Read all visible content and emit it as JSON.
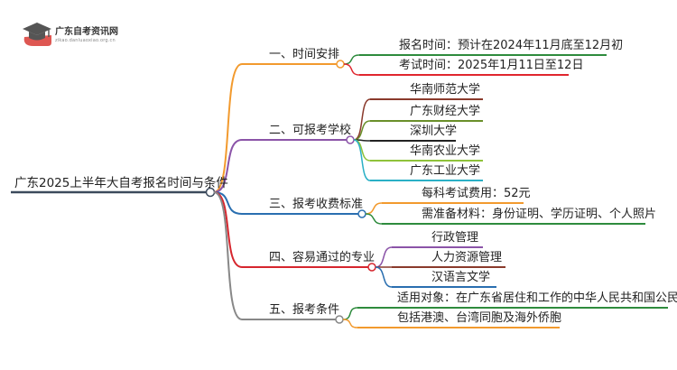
{
  "logo": {
    "title": "广东自考资讯网",
    "subtitle": "zikao.danluaoxiao.org.cn",
    "colors": {
      "cap": "#d83a34",
      "book": "#555555"
    }
  },
  "root": {
    "label": "广东2025上半年大自考报名时间与条件",
    "color": "#3c4a5c"
  },
  "branches": [
    {
      "label": "一、时间安排",
      "color": "#f29a2e",
      "children": [
        {
          "label": "报名时间：预计在2024年11月底至12月初",
          "color": "#2e8b3d"
        },
        {
          "label": "考试时间：2025年1月11日至12日",
          "color": "#e0262e"
        }
      ]
    },
    {
      "label": "二、可报考学校",
      "color": "#8b54a8",
      "children": [
        {
          "label": "华南师范大学",
          "color": "#8a3a2c"
        },
        {
          "label": "广东财经大学",
          "color": "#6a8f2a"
        },
        {
          "label": "深圳大学",
          "color": "#222222"
        },
        {
          "label": "华南农业大学",
          "color": "#8fc23a"
        },
        {
          "label": "广东工业大学",
          "color": "#2ab0c6"
        }
      ]
    },
    {
      "label": "三、报考收费标准",
      "color": "#2a6fb0",
      "children": [
        {
          "label": "每科考试费用：52元",
          "color": "#f29a2e"
        },
        {
          "label": "需准备材料：身份证明、学历证明、个人照片",
          "color": "#2e8b3d"
        }
      ]
    },
    {
      "label": "四、容易通过的专业",
      "color": "#d6262e",
      "children": [
        {
          "label": "行政管理",
          "color": "#8b54a8"
        },
        {
          "label": "人力资源管理",
          "color": "#8a3a2c"
        },
        {
          "label": "汉语言文学",
          "color": "#2a6fb0"
        }
      ]
    },
    {
      "label": "五、报考条件",
      "color": "#888888",
      "children": [
        {
          "label": "适用对象：在广东省居住和工作的中华人民共和国公民",
          "color": "#2e8b3d"
        },
        {
          "label": "包括港澳、台湾同胞及海外侨胞",
          "color": "#f29a2e"
        }
      ]
    }
  ]
}
